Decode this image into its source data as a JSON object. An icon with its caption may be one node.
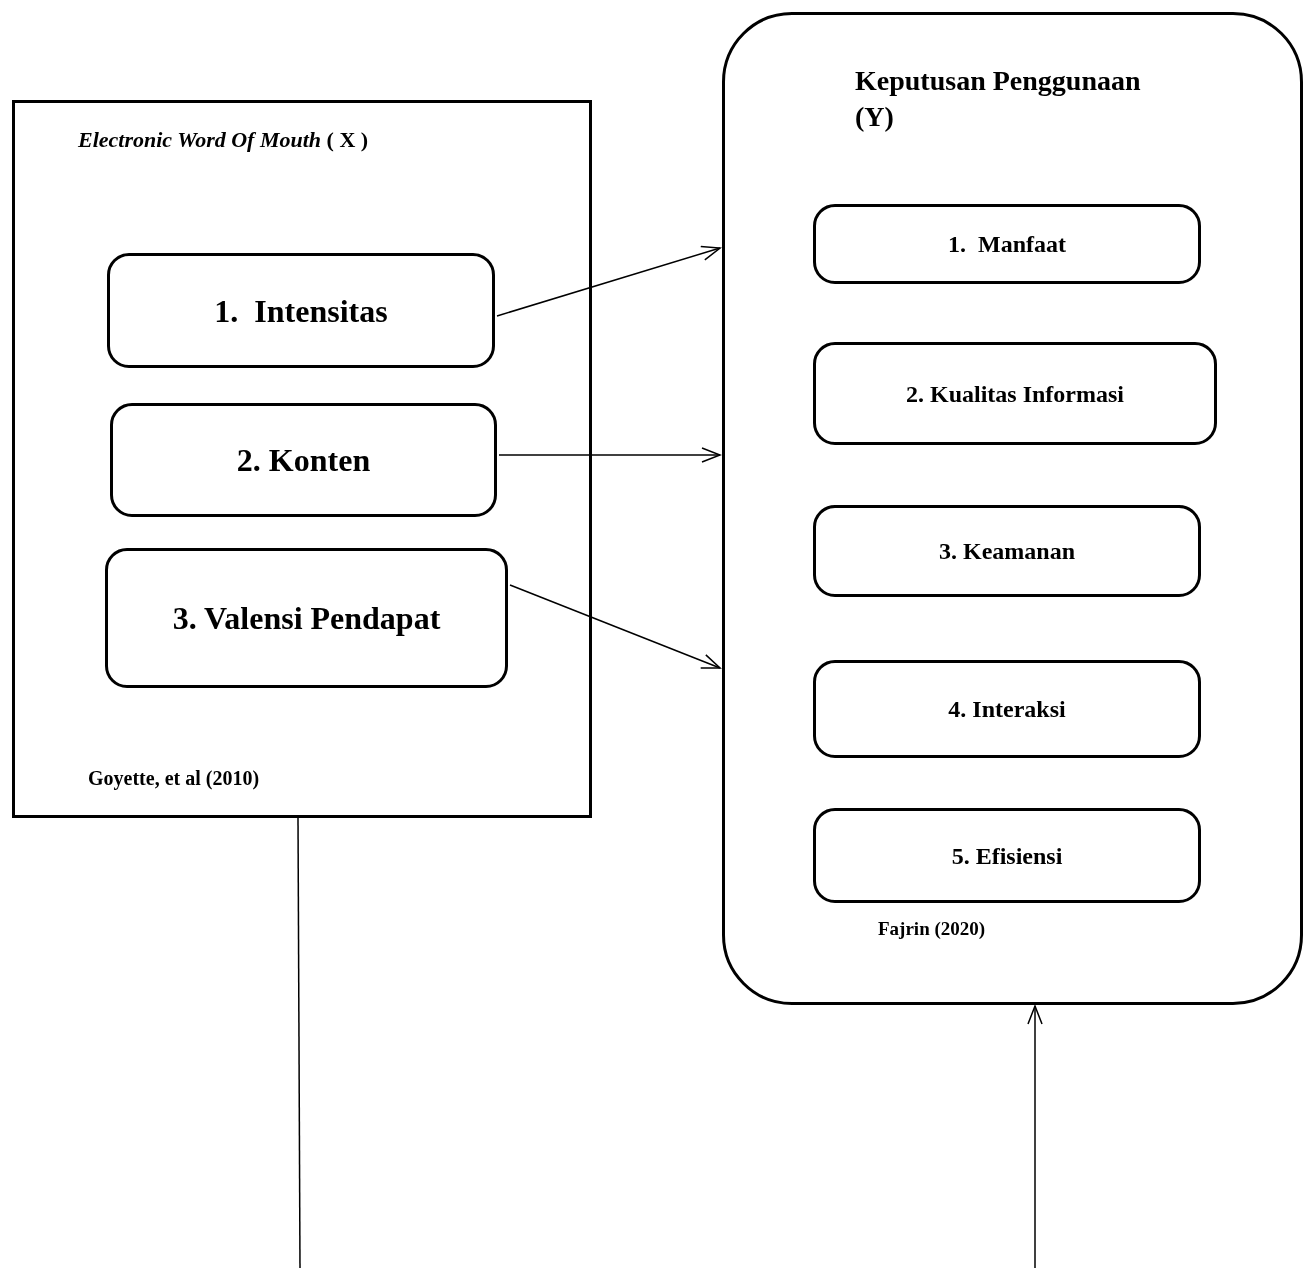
{
  "diagram": {
    "nodes": [
      {
        "text": [
          "*Electronic Word Of Mouth* ( X )",
          "Goyette, et al (2010)"
        ]
      },
      {
        "text": [
          "1.  Intensitas"
        ],
        "in": 0
      },
      {
        "text": [
          "2. Konten"
        ],
        "in": 0
      },
      {
        "text": [
          "3. Valensi Pendapat"
        ],
        "in": 0
      },
      {
        "text": [
          "Keputusan Penggunaan (Y)",
          "Fajrin (2020)"
        ]
      },
      {
        "text": [
          "1.  Manfaat"
        ],
        "in": 4
      },
      {
        "text": [
          "2. Kualitas Informasi"
        ],
        "in": 4
      },
      {
        "text": [
          "3. Keamanan"
        ],
        "in": 4
      },
      {
        "text": [
          "4. Interaksi"
        ],
        "in": 4
      },
      {
        "text": [
          "5. Efisiensi"
        ],
        "in": 4
      }
    ],
    "edges": [
      {
        "from": 1,
        "to": 4,
        "arrow": "to"
      },
      {
        "from": 2,
        "to": 4,
        "arrow": "to"
      },
      {
        "from": 3,
        "to": 4,
        "arrow": "to"
      },
      {
        "from": 0,
        "to": null,
        "arrow": "none"
      },
      {
        "from": null,
        "to": 4,
        "arrow": "to"
      }
    ]
  }
}
